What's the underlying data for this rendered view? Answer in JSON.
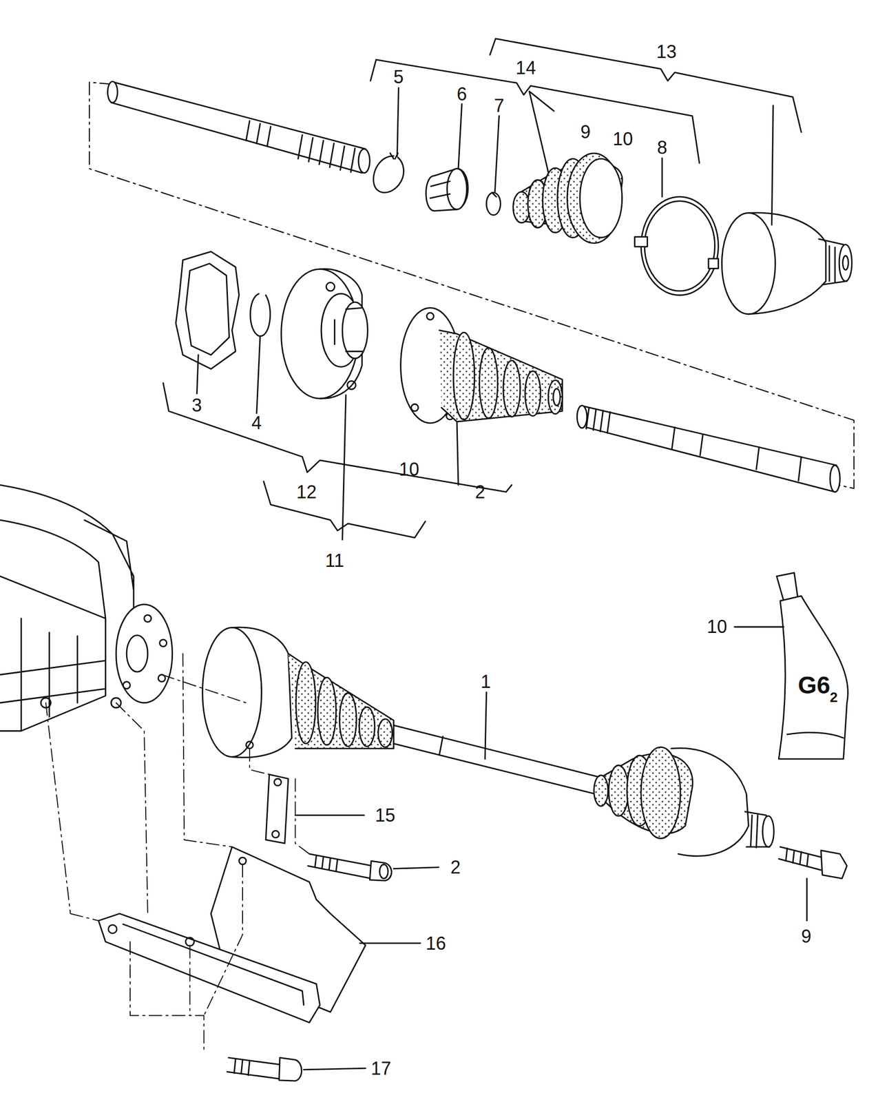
{
  "diagram": {
    "labels": [
      "13",
      "14",
      "5",
      "6",
      "7",
      "9",
      "10",
      "8",
      "3",
      "4",
      "10",
      "12",
      "2",
      "11",
      "10",
      "1",
      "15",
      "2",
      "16",
      "9",
      "17",
      "G6",
      "2"
    ]
  }
}
